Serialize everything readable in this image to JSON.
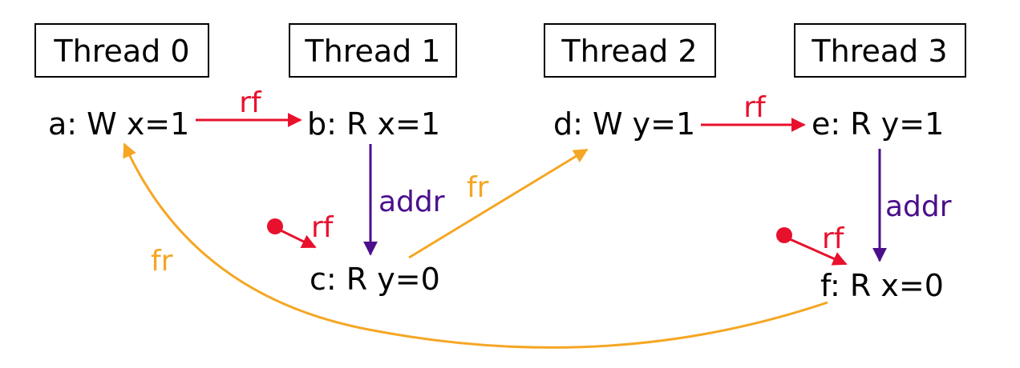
{
  "colors": {
    "rf": "#e8112d",
    "addr": "#4b0f8c",
    "fr": "#f5a623",
    "text": "#000000"
  },
  "threads": [
    {
      "id": "t0",
      "label": "Thread 0"
    },
    {
      "id": "t1",
      "label": "Thread 1"
    },
    {
      "id": "t2",
      "label": "Thread 2"
    },
    {
      "id": "t3",
      "label": "Thread 3"
    }
  ],
  "events": [
    {
      "id": "a",
      "label": "a: W x=1"
    },
    {
      "id": "b",
      "label": "b: R x=1"
    },
    {
      "id": "c",
      "label": "c: R y=0"
    },
    {
      "id": "d",
      "label": "d: W y=1"
    },
    {
      "id": "e",
      "label": "e: R y=1"
    },
    {
      "id": "f",
      "label": "f: R x=0"
    }
  ],
  "edges": [
    {
      "id": "a-b",
      "from": "a",
      "to": "b",
      "type": "rf",
      "label": "rf"
    },
    {
      "id": "b-c",
      "from": "b",
      "to": "c",
      "type": "addr",
      "label": "addr"
    },
    {
      "id": "init-c",
      "from": "initial",
      "to": "c",
      "type": "rf",
      "label": "rf"
    },
    {
      "id": "c-d",
      "from": "c",
      "to": "d",
      "type": "fr",
      "label": "fr"
    },
    {
      "id": "d-e",
      "from": "d",
      "to": "e",
      "type": "rf",
      "label": "rf"
    },
    {
      "id": "e-f",
      "from": "e",
      "to": "f",
      "type": "addr",
      "label": "addr"
    },
    {
      "id": "init-f",
      "from": "initial",
      "to": "f",
      "type": "rf",
      "label": "rf"
    },
    {
      "id": "f-a",
      "from": "f",
      "to": "a",
      "type": "fr",
      "label": "fr"
    }
  ]
}
